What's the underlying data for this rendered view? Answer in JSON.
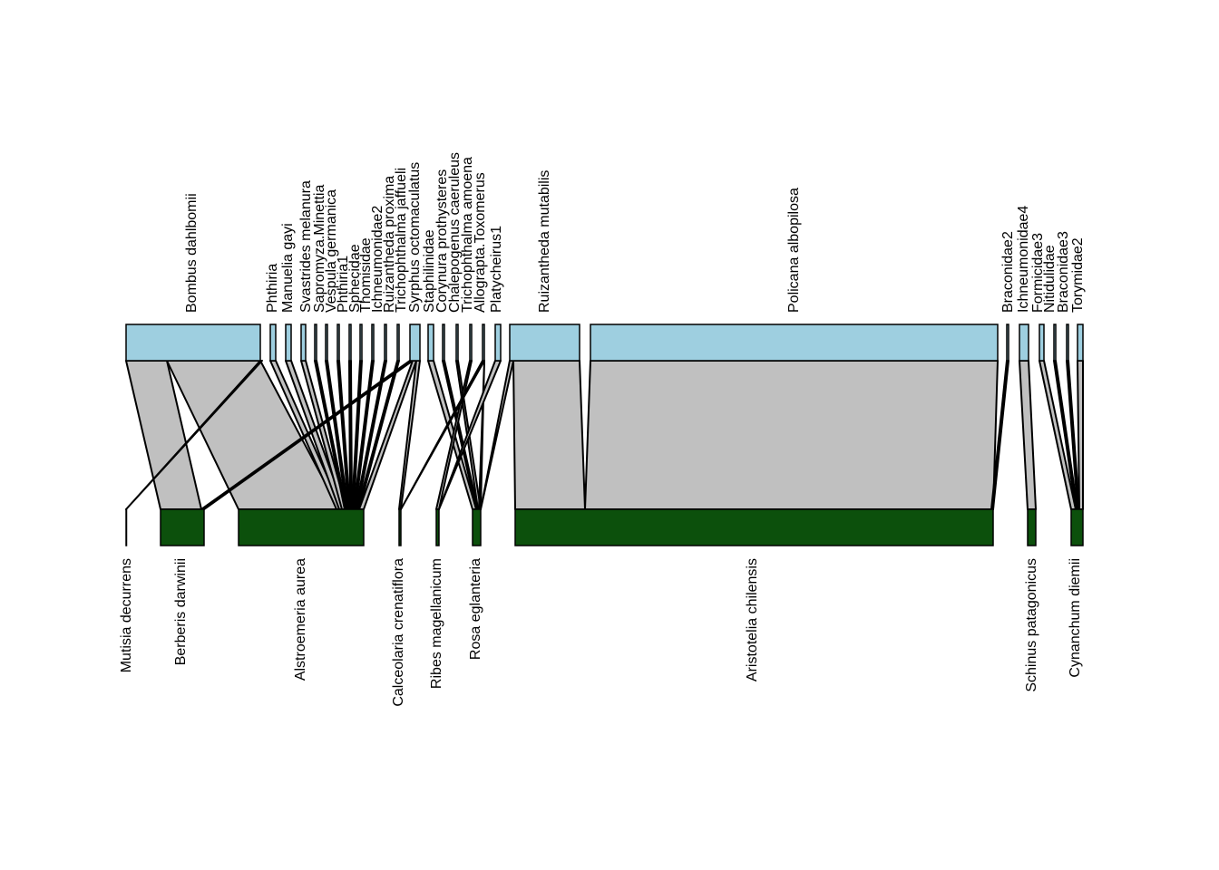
{
  "diagram": {
    "type": "bipartite-web",
    "colors": {
      "higher_box": "#9ecfe0",
      "lower_box": "#0c500c",
      "interaction": "#c0c0c0",
      "stroke": "#000000",
      "background": "#ffffff"
    },
    "higher_level": [
      "Bombus dahlbomii",
      "Phthiria",
      "Manuelia gayi",
      "Svastrides melanura",
      "Sapromyza.Minettia",
      "Vespula germanica",
      "Phthiria1",
      "Sphecidae",
      "Thomisidae",
      "Ichneumonidae2",
      "Ruizantheda proxima",
      "Trichophthalma jaffueli",
      "Syrphus octomaculatus",
      "Staphilinidae",
      "Corynura prothysteres",
      "Chalepogenus caeruleus",
      "Trichophthalma amoena",
      "Allograpta.Toxomerus",
      "Platycheirus1",
      "Ruizantheda mutabilis",
      "Policana albopilosa",
      "Braconidae2",
      "Ichneumonidae4",
      "Formicidae3",
      "Nitidulidae",
      "Braconidae3",
      "Torymidae2"
    ],
    "lower_level": [
      "Mutisia decurrens",
      "Berberis darwinii",
      "Alstroemeria aurea",
      "Calceolaria crenatiflora",
      "Ribes magellanicum",
      "Rosa eglanteria",
      "Aristotelia chilensis",
      "Schinus patagonicus",
      "Cynanchum diemii"
    ]
  }
}
